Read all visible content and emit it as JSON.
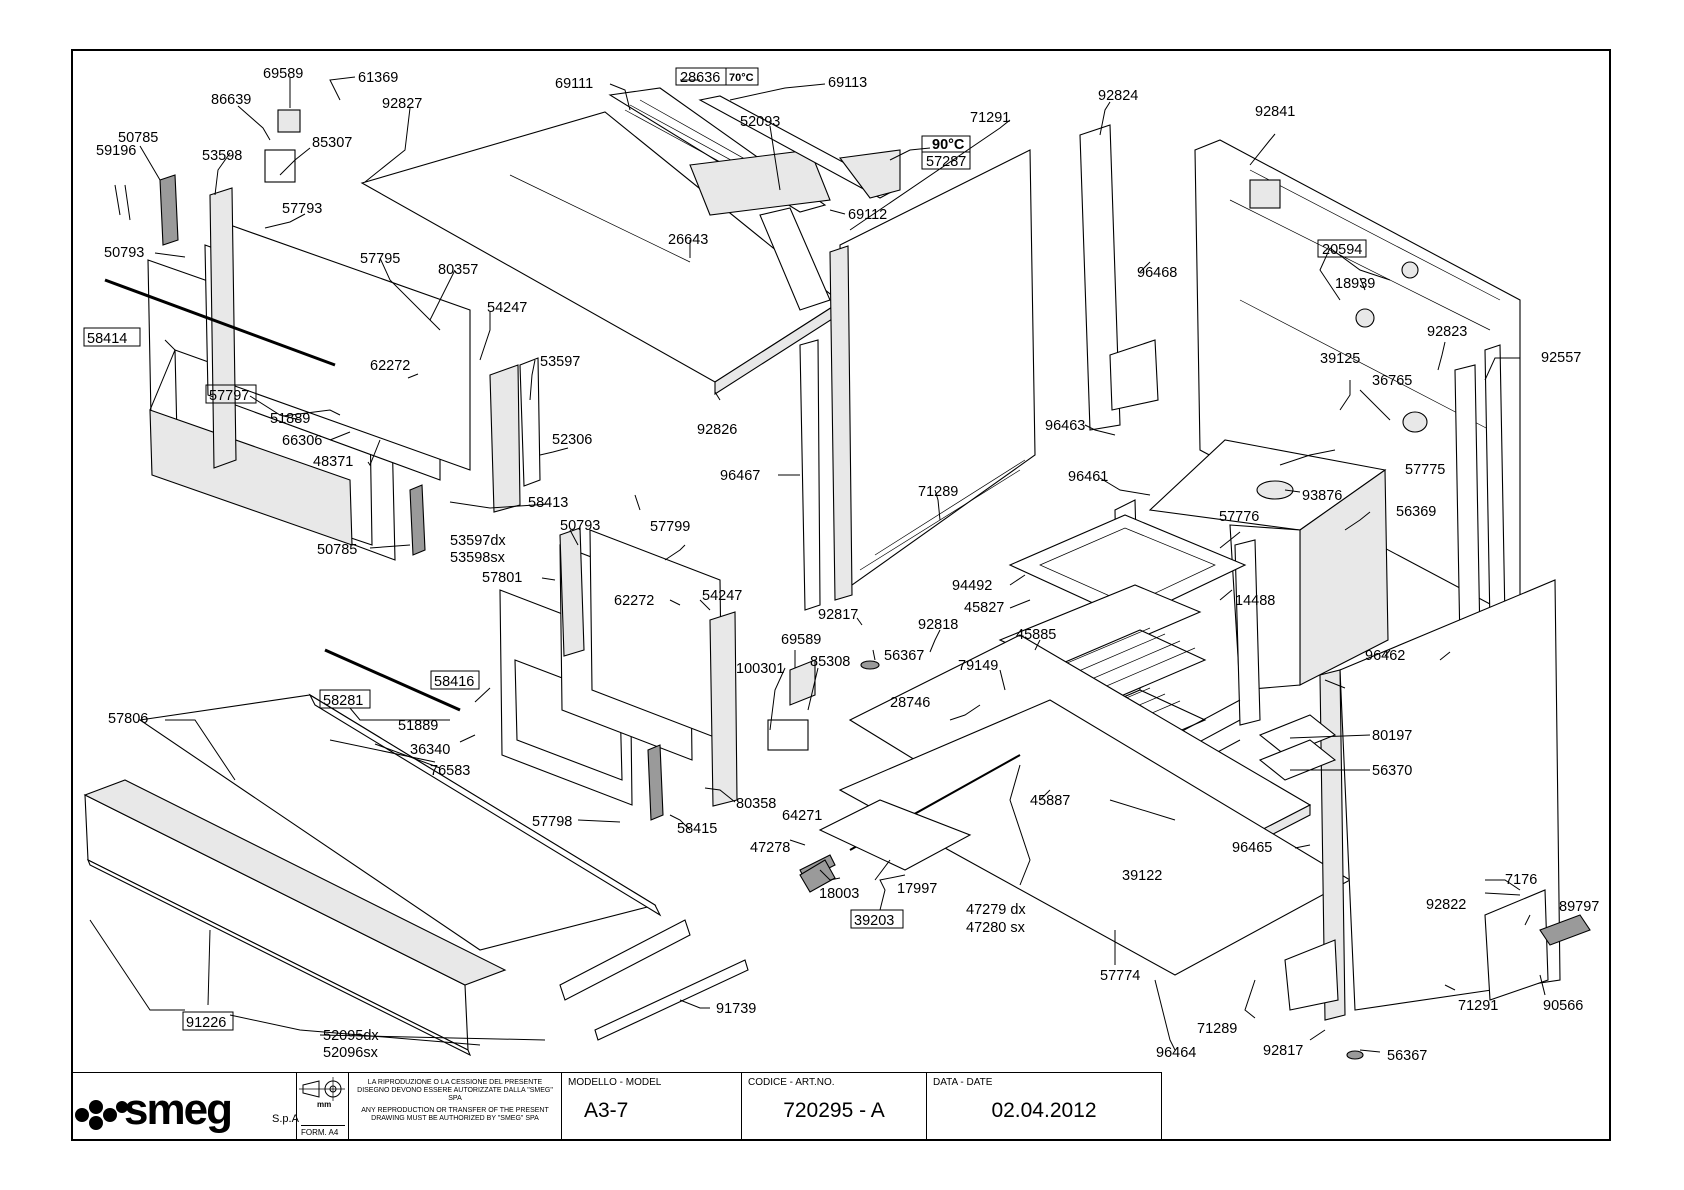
{
  "sheet": {
    "labels": [
      "69589",
      "61369",
      "86639",
      "92827",
      "69111",
      "28636",
      "70°C",
      "69113",
      "50785",
      "85307",
      "53598",
      "59196",
      "57793",
      "52093",
      "71291",
      "92824",
      "92841",
      "90°C",
      "57287",
      "69112",
      "26643",
      "50793",
      "57795",
      "80357",
      "96468",
      "20594",
      "18939",
      "58414",
      "54247",
      "53597",
      "92823",
      "92557",
      "62272",
      "39125",
      "36765",
      "57797",
      "51889",
      "66306",
      "48371",
      "92826",
      "96463",
      "52306",
      "96467",
      "96461",
      "57775",
      "93876",
      "58413",
      "71289",
      "57776",
      "56369",
      "53597dx",
      "53598sx",
      "50785",
      "50793",
      "57799",
      "57801",
      "62272",
      "54247",
      "94492",
      "45827",
      "14488",
      "92817",
      "56367",
      "69589",
      "92818",
      "45885",
      "79149",
      "100301",
      "85308",
      "58416",
      "28746",
      "96462",
      "57806",
      "58281",
      "51889",
      "36340",
      "76583",
      "80197",
      "56370",
      "80358",
      "64271",
      "57798",
      "58415",
      "47278",
      "45887",
      "96465",
      "39122",
      "18003",
      "17997",
      "39203",
      "47279 dx",
      "47280 sx",
      "7176",
      "92822",
      "89797",
      "57774",
      "91739",
      "90566",
      "71291",
      "91226",
      "52095dx",
      "52096sx",
      "71289",
      "92817",
      "56367",
      "96464"
    ]
  },
  "titleblock": {
    "logo": "smeg",
    "logo_suffix": "S.p.A",
    "unit": "mm",
    "format": "FORM. A4",
    "notice_it": "LA RIPRODUZIONE O LA CESSIONE DEL PRESENTE DISEGNO DEVONO ESSERE AUTORIZZATE DALLA \"SMEG\" SPA",
    "notice_en": "ANY REPRODUCTION OR TRANSFER OF THE PRESENT DRAWING MUST BE AUTHORIZED BY \"SMEG\" SPA",
    "model_caption": "MODELLO - MODEL",
    "model_value": "A3-7",
    "code_caption": "CODICE - ART.NO.",
    "code_value": "720295 - A",
    "date_caption": "DATA - DATE",
    "date_value": "02.04.2012"
  }
}
